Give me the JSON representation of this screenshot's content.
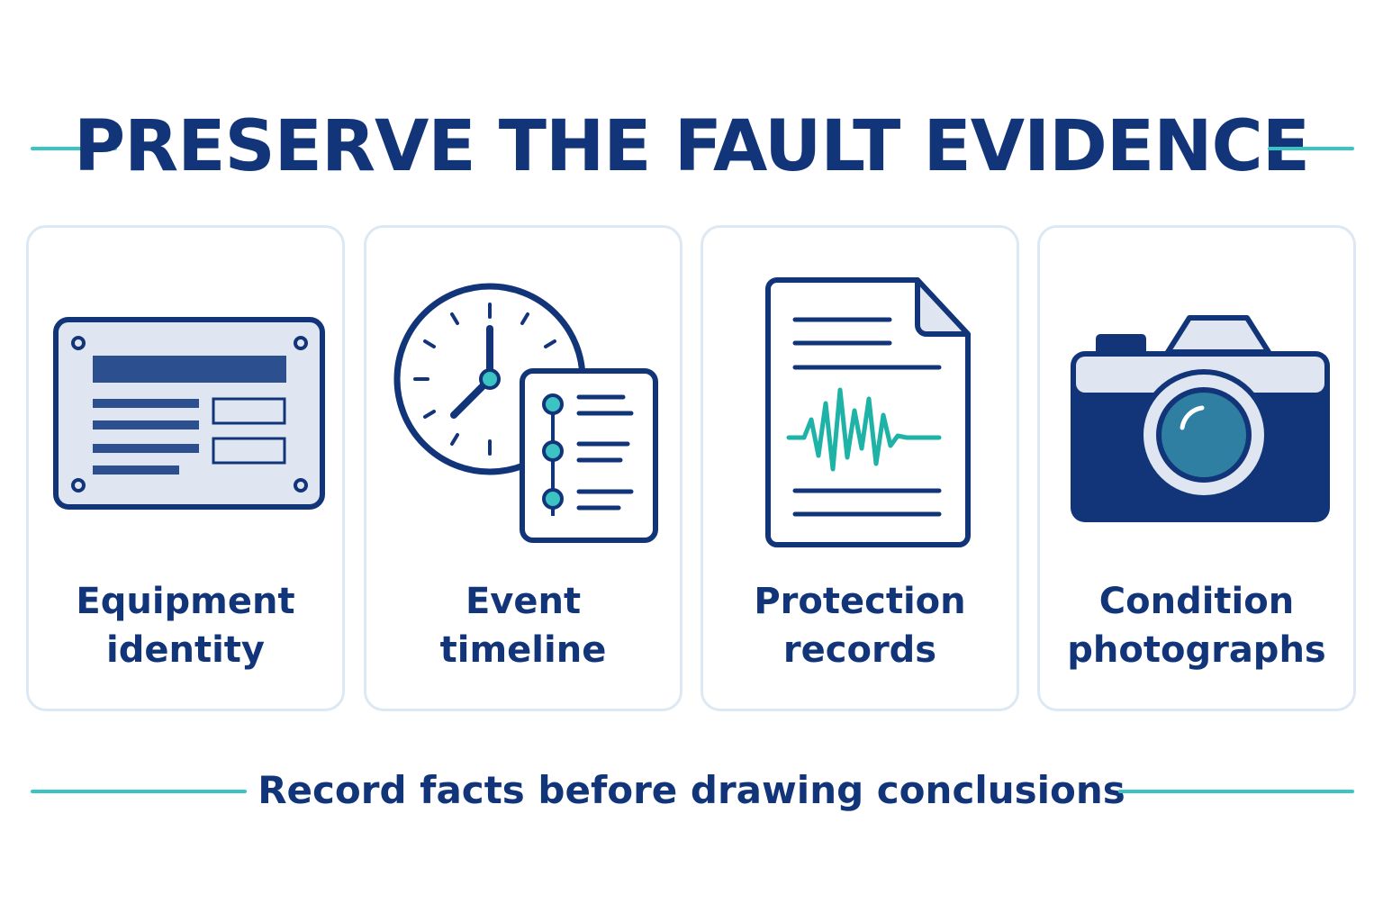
{
  "title": "PRESERVE THE FAULT EVIDENCE",
  "cards": [
    {
      "label_line1": "Equipment",
      "label_line2": "identity",
      "icon": "nameplate-icon"
    },
    {
      "label_line1": "Event",
      "label_line2": "timeline",
      "icon": "clock-timeline-icon"
    },
    {
      "label_line1": "Protection",
      "label_line2": "records",
      "icon": "waveform-document-icon"
    },
    {
      "label_line1": "Condition",
      "label_line2": "photographs",
      "icon": "camera-icon"
    }
  ],
  "footer": "Record facts before drawing conclusions",
  "colors": {
    "navy": "#12357a",
    "teal": "#3cc4c4",
    "card_border": "#dce9f4",
    "icon_fill": "#dfe6f2"
  }
}
